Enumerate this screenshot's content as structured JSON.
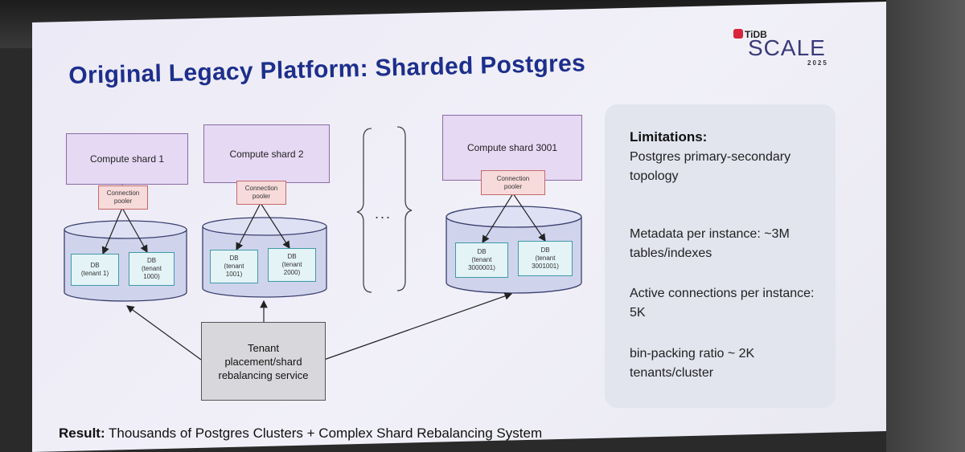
{
  "slide": {
    "title": "Original Legacy Platform: Sharded Postgres",
    "logo": {
      "brand": "TiDB",
      "word": "SCALE",
      "year": "2025"
    },
    "result_label": "Result:",
    "result_text": " Thousands of Postgres Clusters + Complex Shard Rebalancing System"
  },
  "shards": [
    {
      "compute": "Compute shard 1",
      "pooler": [
        "Connection",
        "pooler"
      ],
      "db_a": [
        "DB",
        "(tenant 1)"
      ],
      "db_b": [
        "DB",
        "(tenant",
        "1000)"
      ]
    },
    {
      "compute": "Compute shard 2",
      "pooler": [
        "Connection",
        "pooler"
      ],
      "db_a": [
        "DB",
        "(tenant",
        "1001)"
      ],
      "db_b": [
        "DB",
        "(tenant",
        "2000)"
      ]
    },
    {
      "compute": "Compute shard 3001",
      "pooler": [
        "Connection",
        "pooler"
      ],
      "db_a": [
        "DB",
        "(tenant",
        "3000001)"
      ],
      "db_b": [
        "DB",
        "(tenant",
        "3001001)"
      ]
    }
  ],
  "ellipsis": "...",
  "service": [
    "Tenant",
    "placement/shard",
    "rebalancing service"
  ],
  "limitations": {
    "heading": "Limitations:",
    "items": [
      "Postgres primary-secondary topology",
      "Metadata per instance: ~3M tables/indexes",
      "Active connections per instance: 5K",
      "bin-packing ratio ~ 2K tenants/cluster"
    ]
  }
}
